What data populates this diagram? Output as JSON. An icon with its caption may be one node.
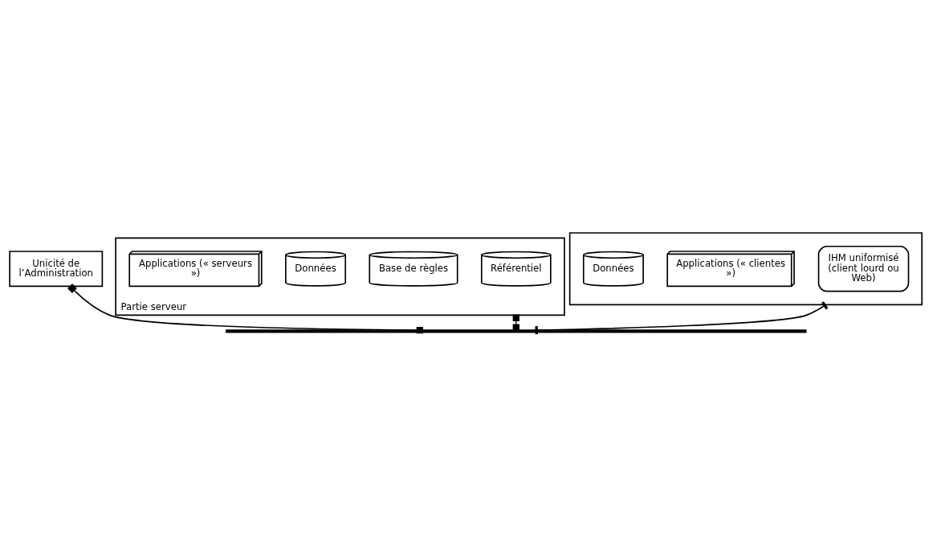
{
  "diagram": {
    "nodes": [
      {
        "text": [
          "Unicité de l’Administration"
        ]
      },
      {
        "text": [
          "Partie serveur"
        ]
      },
      {
        "text": [
          "Référentiel"
        ],
        "in": 1
      },
      {
        "text": [
          "Base de règles"
        ],
        "in": 1
      },
      {
        "text": [
          "Données"
        ],
        "in": 1
      },
      {
        "text": [
          "Applications (« serveurs »)"
        ],
        "in": 1
      },
      {
        "text": [],
        "shape": "box"
      },
      {
        "text": [
          "IHM uniformisé (client lourd ou Web)"
        ],
        "in": 6
      },
      {
        "text": [
          "Applications (« clientes »)"
        ],
        "in": 6
      },
      {
        "text": [
          "Données"
        ],
        "in": 6
      },
      {
        "text": [],
        "shape": "bar"
      }
    ],
    "edges": [
      {
        "from": 0,
        "to": 10,
        "arrow": "other"
      },
      {
        "from": 1,
        "to": 10,
        "arrow": "other"
      },
      {
        "from": 6,
        "to": 10,
        "arrow": "other"
      }
    ]
  }
}
